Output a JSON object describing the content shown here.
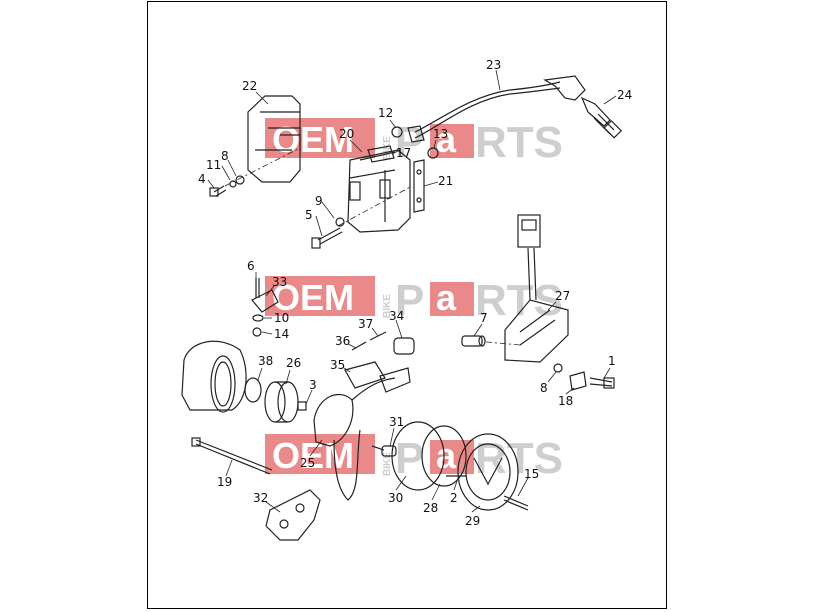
{
  "watermark": {
    "oem": "OEM",
    "bike": "BIKE",
    "p": "P",
    "a": "a",
    "rts": "RTS",
    "colors": {
      "red": "#e87d7d",
      "gray": "#c9c9c9"
    }
  },
  "callouts": [
    {
      "id": "c22",
      "label": "22"
    },
    {
      "id": "c23",
      "label": "23"
    },
    {
      "id": "c24",
      "label": "24"
    },
    {
      "id": "c12",
      "label": "12"
    },
    {
      "id": "c20",
      "label": "20"
    },
    {
      "id": "c13",
      "label": "13"
    },
    {
      "id": "c17",
      "label": "17"
    },
    {
      "id": "c11",
      "label": "11"
    },
    {
      "id": "c8a",
      "label": "8"
    },
    {
      "id": "c4",
      "label": "4"
    },
    {
      "id": "c21",
      "label": "21"
    },
    {
      "id": "c9",
      "label": "9"
    },
    {
      "id": "c5",
      "label": "5"
    },
    {
      "id": "c6",
      "label": "6"
    },
    {
      "id": "c33",
      "label": "33"
    },
    {
      "id": "c10",
      "label": "10"
    },
    {
      "id": "c14",
      "label": "14"
    },
    {
      "id": "c37",
      "label": "37"
    },
    {
      "id": "c34",
      "label": "34"
    },
    {
      "id": "c36",
      "label": "36"
    },
    {
      "id": "c35",
      "label": "35"
    },
    {
      "id": "c7",
      "label": "7"
    },
    {
      "id": "c27",
      "label": "27"
    },
    {
      "id": "c38",
      "label": "38"
    },
    {
      "id": "c26",
      "label": "26"
    },
    {
      "id": "c3",
      "label": "3"
    },
    {
      "id": "c1",
      "label": "1"
    },
    {
      "id": "c8b",
      "label": "8"
    },
    {
      "id": "c18",
      "label": "18"
    },
    {
      "id": "c31",
      "label": "31"
    },
    {
      "id": "c25",
      "label": "25"
    },
    {
      "id": "c19",
      "label": "19"
    },
    {
      "id": "c15",
      "label": "15"
    },
    {
      "id": "c30",
      "label": "30"
    },
    {
      "id": "c28",
      "label": "28"
    },
    {
      "id": "c2",
      "label": "2"
    },
    {
      "id": "c29",
      "label": "29"
    },
    {
      "id": "c32",
      "label": "32"
    }
  ]
}
